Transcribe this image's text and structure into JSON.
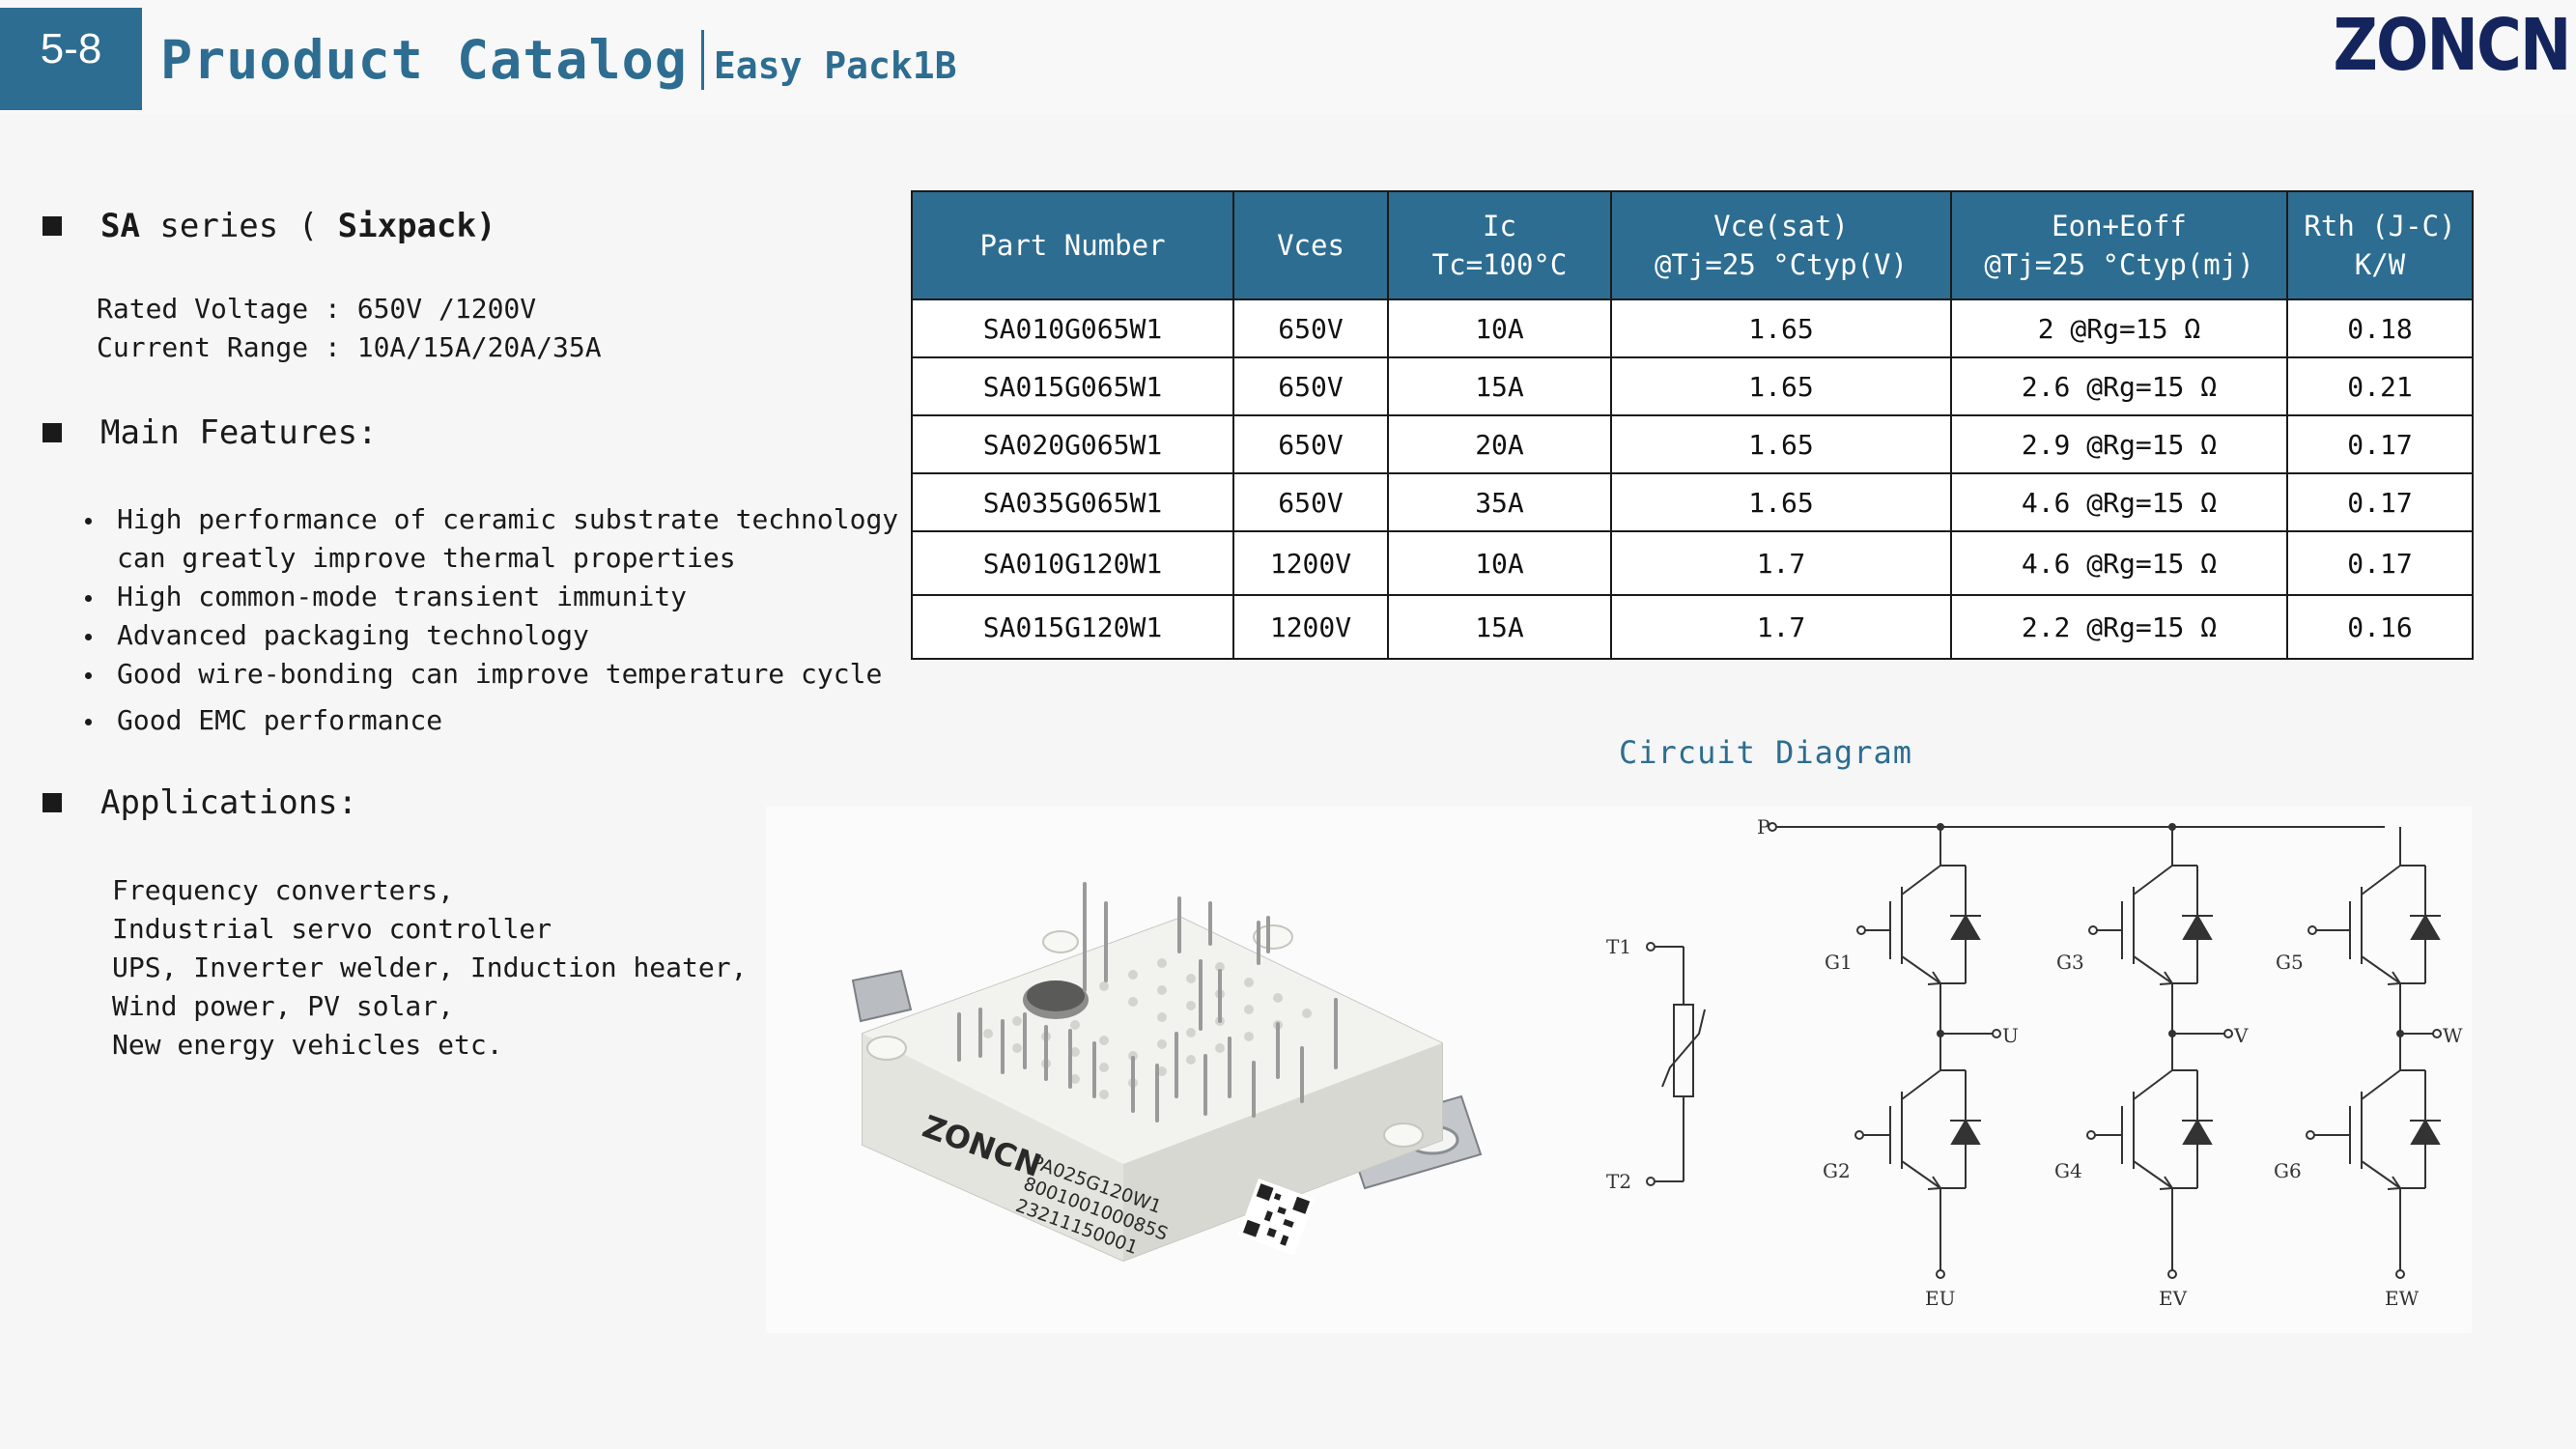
{
  "header": {
    "page_number": "5-8",
    "title": "Pruoduct Catalog",
    "subtitle": "Easy Pack1B",
    "logo": "ZONCN"
  },
  "left": {
    "series_prefix": "SA",
    "series_rest": " series ( ",
    "series_bold": "Sixpack)",
    "rated_voltage": "Rated Voltage :  650V /1200V",
    "current_range": "Current Range : 10A/15A/20A/35A",
    "features_heading": "Main Features:",
    "features": [
      "High performance of ceramic substrate technology",
      "can greatly improve  thermal properties",
      "High common-mode transient immunity",
      "Advanced packaging technology",
      "Good wire-bonding can improve temperature cycle",
      "Good EMC performance"
    ],
    "applications_heading": "Applications:",
    "applications": [
      "Frequency converters,",
      "Industrial servo controller",
      "UPS, Inverter welder, Induction heater,",
      "Wind power, PV solar,",
      "New energy vehicles etc."
    ]
  },
  "table": {
    "headers": [
      [
        "Part Number"
      ],
      [
        "Vces"
      ],
      [
        "Ic",
        "Tc=100°C"
      ],
      [
        "Vce(sat)",
        "@Tj=25 °Ctyp(V)"
      ],
      [
        "Eon+Eoff",
        "@Tj=25 °Ctyp(mj)"
      ],
      [
        "Rth (J-C)",
        "K/W"
      ]
    ],
    "rows": [
      [
        "SA010G065W1",
        "650V",
        "10A",
        "1.65",
        "2 @Rg=15 Ω",
        "0.18"
      ],
      [
        "SA015G065W1",
        "650V",
        "15A",
        "1.65",
        "2.6 @Rg=15 Ω",
        "0.21"
      ],
      [
        "SA020G065W1",
        "650V",
        "20A",
        "1.65",
        "2.9 @Rg=15 Ω",
        "0.17"
      ],
      [
        "SA035G065W1",
        "650V",
        "35A",
        "1.65",
        "4.6 @Rg=15 Ω",
        "0.17"
      ],
      [
        "SA010G120W1",
        "1200V",
        "10A",
        "1.7",
        "4.6 @Rg=15 Ω",
        "0.17"
      ],
      [
        "SA015G120W1",
        "1200V",
        "15A",
        "1.7",
        "2.2 @Rg=15 Ω",
        "0.16"
      ]
    ]
  },
  "circuit": {
    "title": "Circuit Diagram",
    "labels": {
      "p": "P",
      "t1": "T1",
      "t2": "T2",
      "g1": "G1",
      "g2": "G2",
      "g3": "G3",
      "g4": "G4",
      "g5": "G5",
      "g6": "G6",
      "u": "U",
      "v": "V",
      "w": "W",
      "eu": "EU",
      "ev": "EV",
      "ew": "EW"
    }
  },
  "photo": {
    "brand": "ZONCN",
    "model": "PA025G120W1",
    "code1": "800100100085S",
    "code2": "23211150001"
  }
}
